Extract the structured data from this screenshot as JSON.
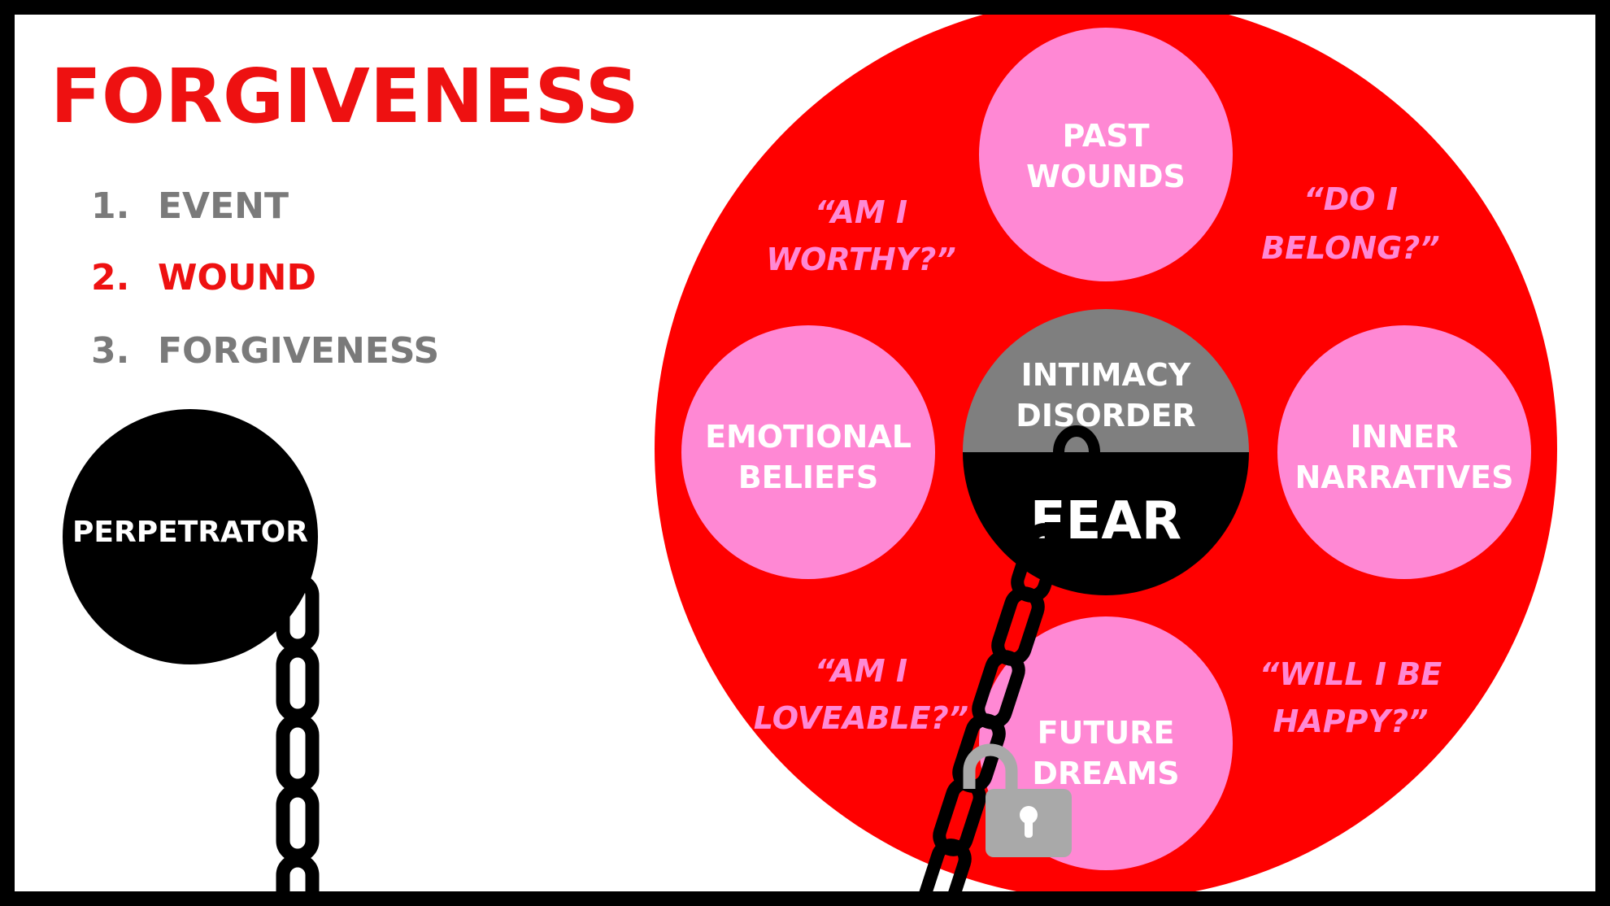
{
  "title": "FORGIVENESS",
  "steps": [
    {
      "num": "1.",
      "label": "EVENT"
    },
    {
      "num": "2.",
      "label": "WOUND"
    },
    {
      "num": "3.",
      "label": "FORGIVENESS"
    }
  ],
  "perpetrator": "PERPETRATOR",
  "circles": {
    "past_wounds": [
      "PAST",
      "WOUNDS"
    ],
    "emotional_beliefs": [
      "EMOTIONAL",
      "BELIEFS"
    ],
    "inner_narratives": [
      "INNER",
      "NARRATIVES"
    ],
    "future_dreams": [
      "FUTURE",
      "DREAMS"
    ]
  },
  "center": {
    "top": [
      "INTIMACY",
      "DISORDER"
    ],
    "bottom": "FEAR"
  },
  "questions": {
    "worthy": [
      "“AM I",
      "WORTHY?”"
    ],
    "belong": [
      "“DO I",
      "BELONG?”"
    ],
    "loveable": [
      "“AM I",
      "LOVEABLE?”"
    ],
    "happy": [
      "“WILL I BE",
      "HAPPY?”"
    ]
  },
  "colors": {
    "title_red": "#ee1111",
    "big_circle_red": "#ff0000",
    "pink": "#ff88d4",
    "question_pink": "#ff88d4",
    "gray": "#7f7f7f",
    "step_gray": "#7a7a7a",
    "lock_gray": "#a9a9a9",
    "black": "#000000",
    "white": "#ffffff",
    "frame": "#000000"
  },
  "icons": {
    "chain": "chain-icon",
    "padlock": "padlock-icon"
  }
}
